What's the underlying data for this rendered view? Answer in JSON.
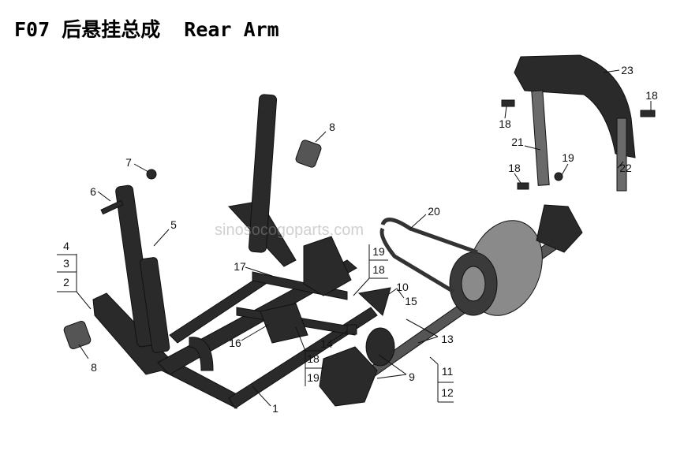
{
  "title": "F07 后悬挂总成  Rear Arm",
  "watermark": "sinosocogoparts.com",
  "colors": {
    "part": "#2a2a2a",
    "part_highlight": "#6a6a6a",
    "disc": "#8a8a8a",
    "text": "#111111"
  },
  "callouts": [
    {
      "id": "c4",
      "text": "4"
    },
    {
      "id": "c3",
      "text": "3"
    },
    {
      "id": "c2",
      "text": "2"
    },
    {
      "id": "c5",
      "text": "5"
    },
    {
      "id": "c6",
      "text": "6"
    },
    {
      "id": "c7",
      "text": "7"
    },
    {
      "id": "c8a",
      "text": "8"
    },
    {
      "id": "c8b",
      "text": "8"
    },
    {
      "id": "c17",
      "text": "17"
    },
    {
      "id": "c16",
      "text": "16"
    },
    {
      "id": "c1",
      "text": "1"
    },
    {
      "id": "c18a",
      "text": "18"
    },
    {
      "id": "c19a",
      "text": "19"
    },
    {
      "id": "c19b",
      "text": "19"
    },
    {
      "id": "c18b",
      "text": "18"
    },
    {
      "id": "c10",
      "text": "10"
    },
    {
      "id": "c15",
      "text": "15"
    },
    {
      "id": "c14",
      "text": "14"
    },
    {
      "id": "c13",
      "text": "13"
    },
    {
      "id": "c9",
      "text": "9"
    },
    {
      "id": "c11",
      "text": "11"
    },
    {
      "id": "c12",
      "text": "12"
    },
    {
      "id": "c20",
      "text": "20"
    },
    {
      "id": "c21",
      "text": "21"
    },
    {
      "id": "c22",
      "text": "22"
    },
    {
      "id": "c23",
      "text": "23"
    },
    {
      "id": "c18c",
      "text": "18"
    },
    {
      "id": "c18d",
      "text": "18"
    },
    {
      "id": "c19c",
      "text": "19"
    },
    {
      "id": "c18e",
      "text": "18"
    }
  ]
}
